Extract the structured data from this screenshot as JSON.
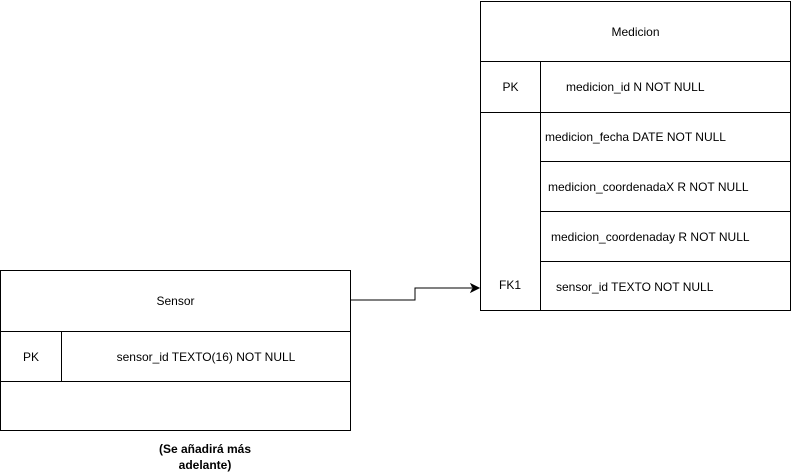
{
  "medicion": {
    "title": "Medicion",
    "pk_key": "PK",
    "pk_field": "medicion_id N NOT NULL",
    "fields": [
      "medicion_fecha DATE NOT NULL",
      "medicion_coordenadaX R NOT NULL",
      "medicion_coordenaday R NOT NULL",
      "sensor_id TEXTO NOT NULL"
    ],
    "fk_key": "FK1"
  },
  "sensor": {
    "title": "Sensor",
    "pk_key": "PK",
    "pk_field": "sensor_id TEXTO(16) NOT NULL",
    "note": "(Se añadirá más adelante)"
  }
}
